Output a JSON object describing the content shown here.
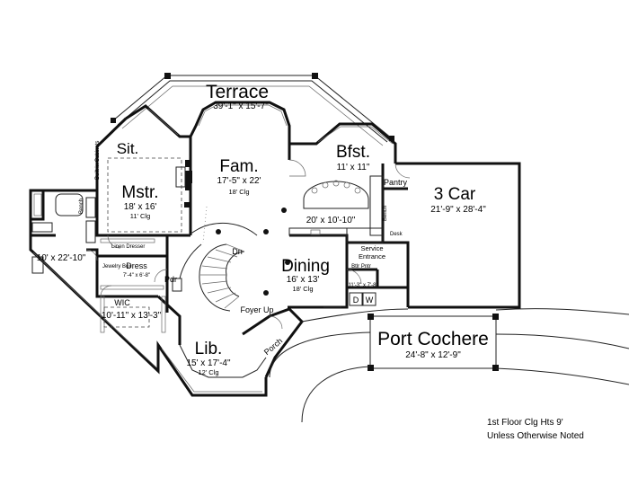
{
  "rooms": {
    "terrace": {
      "name": "Terrace",
      "dims": "39'-1\" x 15'-7\""
    },
    "sitting": {
      "name": "Sit."
    },
    "family": {
      "name": "Fam.",
      "dims": "17'-5\" x 22'",
      "ceiling": "18' Clg"
    },
    "breakfast": {
      "name": "Bfst.",
      "dims": "11' x 11\""
    },
    "nook": {
      "dims": "20' x 10'-10\""
    },
    "garage": {
      "name": "3 Car",
      "dims": "21'-9\" x 28'-4\""
    },
    "pantry": {
      "name": "Pantry"
    },
    "master": {
      "name": "Mstr.",
      "dims": "18' x 16'",
      "ceiling": "11' Clg"
    },
    "master_bath": {
      "dims": "10' x 22'-10\""
    },
    "dressing": {
      "name": "Dress",
      "dims": "7'-4\" x 6'-8\""
    },
    "closet": {
      "name": "WIC",
      "dims": "10'-11\" x 13'-3\""
    },
    "powder": {
      "name": "Pdr"
    },
    "stair": {
      "name": "Dn"
    },
    "dining": {
      "name": "Dining",
      "dims": "16' x 13'",
      "ceiling": "18' Clg"
    },
    "service": {
      "name_line1": "Service",
      "name_line2": "Entrance"
    },
    "butler_pantry": {
      "name": "Btlr Pntr"
    },
    "laundry": {
      "dims": "11'-3\" x 7'-8\""
    },
    "washer": {
      "name": "W"
    },
    "dryer": {
      "name": "D"
    },
    "foyer": {
      "name": "Foyer Up"
    },
    "porch": {
      "name": "Porch"
    },
    "library": {
      "name": "Lib.",
      "dims": "15' x 17'-4\"",
      "ceiling": "12' Clg"
    },
    "port_cochere": {
      "name": "Port Cochere",
      "dims": "24'-8\" x 12'-9\""
    }
  },
  "fixtures": {
    "linen_cabinets": "Built in Cabinets",
    "linen_dresser": "Linen Dresser",
    "jewelry": "Jewelry Box",
    "bench": "Bench",
    "bench_garage": "Bench",
    "desk": "Desk"
  },
  "notes": {
    "line1": "1st Floor Clg Hts 9'",
    "line2": "Unless Otherwise Noted"
  }
}
